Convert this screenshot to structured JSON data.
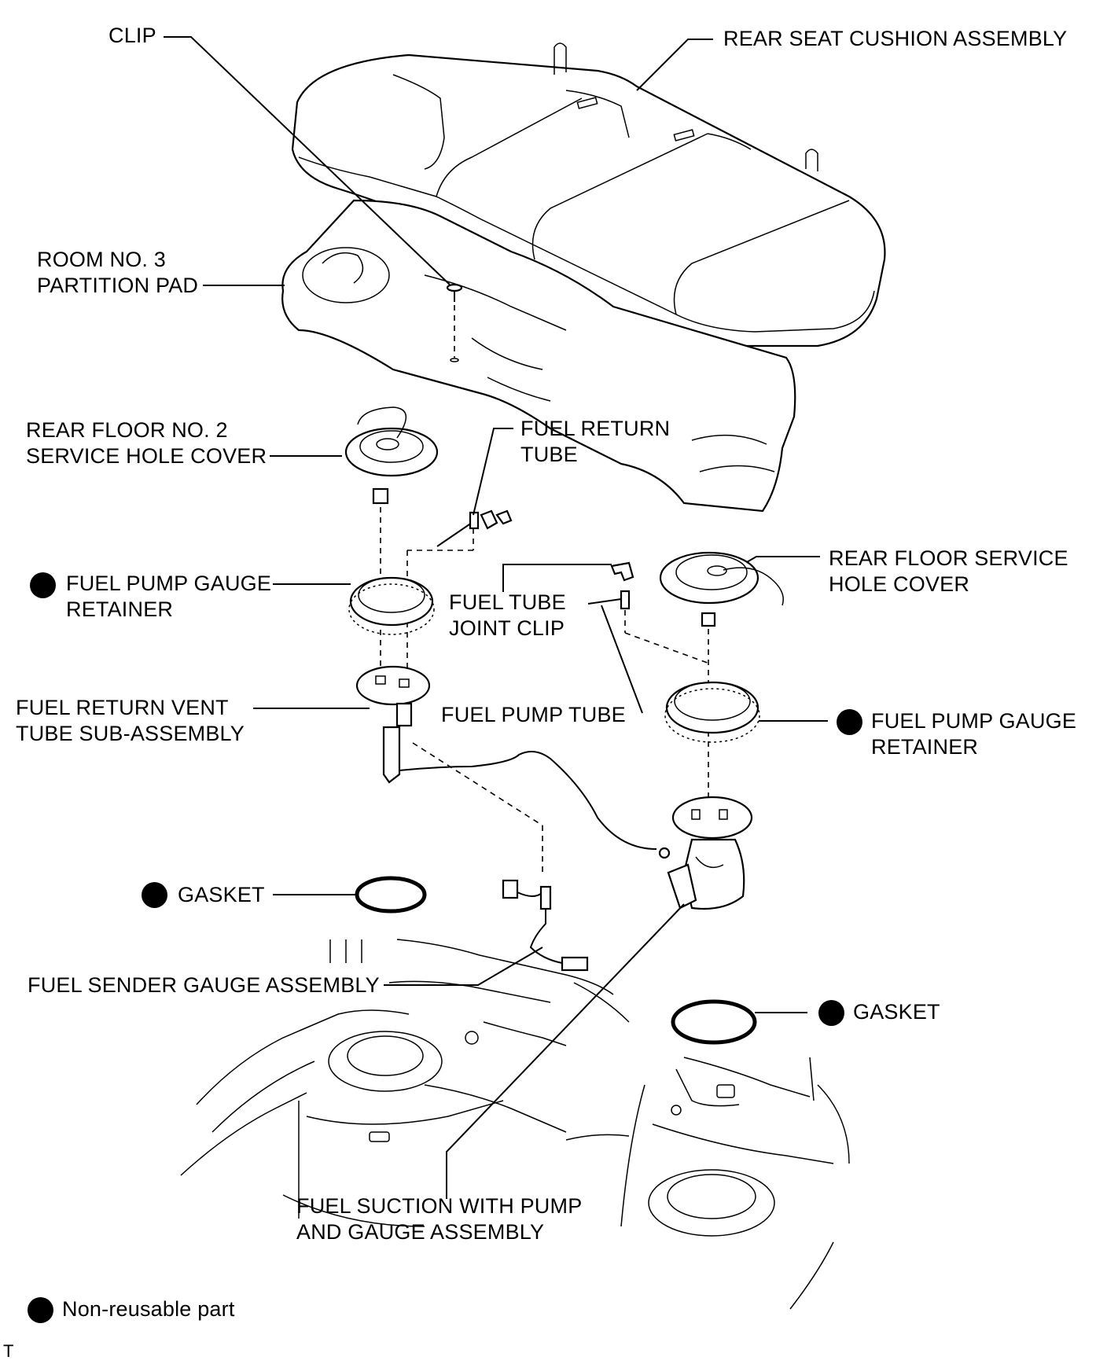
{
  "labels": {
    "clip": "CLIP",
    "rear_seat_cushion": "REAR SEAT CUSHION ASSEMBLY",
    "room_partition_pad": [
      "ROOM NO. 3",
      "PARTITION PAD"
    ],
    "rear_floor_no2_cover": [
      "REAR FLOOR NO. 2",
      "SERVICE HOLE COVER"
    ],
    "fuel_return_tube": [
      "FUEL RETURN",
      "TUBE"
    ],
    "rear_floor_service_cover": [
      "REAR FLOOR SERVICE",
      "HOLE COVER"
    ],
    "retainer_left": [
      "FUEL PUMP GAUGE",
      "RETAINER"
    ],
    "fuel_tube_joint_clip": [
      "FUEL TUBE",
      "JOINT CLIP"
    ],
    "fuel_return_vent": [
      "FUEL RETURN VENT",
      "TUBE SUB-ASSEMBLY"
    ],
    "fuel_pump_tube": "FUEL PUMP TUBE",
    "retainer_right": [
      "FUEL PUMP GAUGE",
      "RETAINER"
    ],
    "gasket_left": "GASKET",
    "fuel_sender_gauge": "FUEL SENDER GAUGE ASSEMBLY",
    "gasket_right": "GASKET",
    "fuel_suction": [
      "FUEL SUCTION WITH PUMP",
      "AND GAUGE ASSEMBLY"
    ],
    "legend": "Non-reusable part",
    "corner_mark": "T"
  }
}
